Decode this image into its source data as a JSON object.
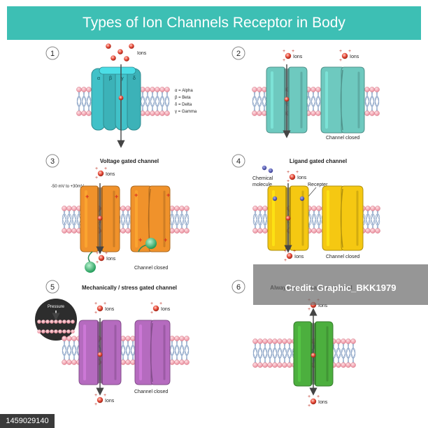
{
  "title": "Types of Ion Channels Receptor in Body",
  "panels": [
    {
      "number": "1",
      "ions": "Ions",
      "legend": [
        "α = Alpha",
        "β = Beta",
        "δ = Delta",
        "γ = Gamma"
      ],
      "subunits": [
        "α",
        "β",
        "γ",
        "δ"
      ]
    },
    {
      "number": "2",
      "ions_left": "Ions",
      "ions_right": "Ions",
      "closed": "Channel closed"
    },
    {
      "number": "3",
      "heading": "Voltage gated channel",
      "ions_top": "Ions",
      "voltage": "-50 mV to +30mV",
      "ions_bottom": "Ions",
      "closed": "Channel closed"
    },
    {
      "number": "4",
      "heading": "Ligand gated channel",
      "ions_top": "Ions",
      "chemical": "Chemical molecule",
      "receptor": "Recepter",
      "ions_bottom": "Ions",
      "closed": "Channel closed"
    },
    {
      "number": "5",
      "heading": "Mechanically / stress gated channel",
      "pressure": "Pressure",
      "ions_left": "Ions",
      "ions_right": "Ions",
      "ions_bottom": "Ions",
      "closed": "Channel closed"
    },
    {
      "number": "6",
      "heading": "Always open / leakage channel",
      "ions_top": "Ions",
      "ions_bottom": "Ions"
    }
  ],
  "watermark": "Credit: Graphic_BKK1979",
  "stock_id": "1459029140",
  "colors": {
    "banner": "#3dbfb4",
    "membrane_head": "#f2a7b1",
    "ion": "#e84b3a",
    "channel_1": "#41c1c8",
    "channel_2": "#6ec9bf",
    "channel_3": "#f0922b",
    "channel_4": "#f5c812",
    "channel_5": "#b56bbf",
    "channel_6": "#4caf3e",
    "ligand": "#4a4fae",
    "ball": "#3dbf7a"
  }
}
